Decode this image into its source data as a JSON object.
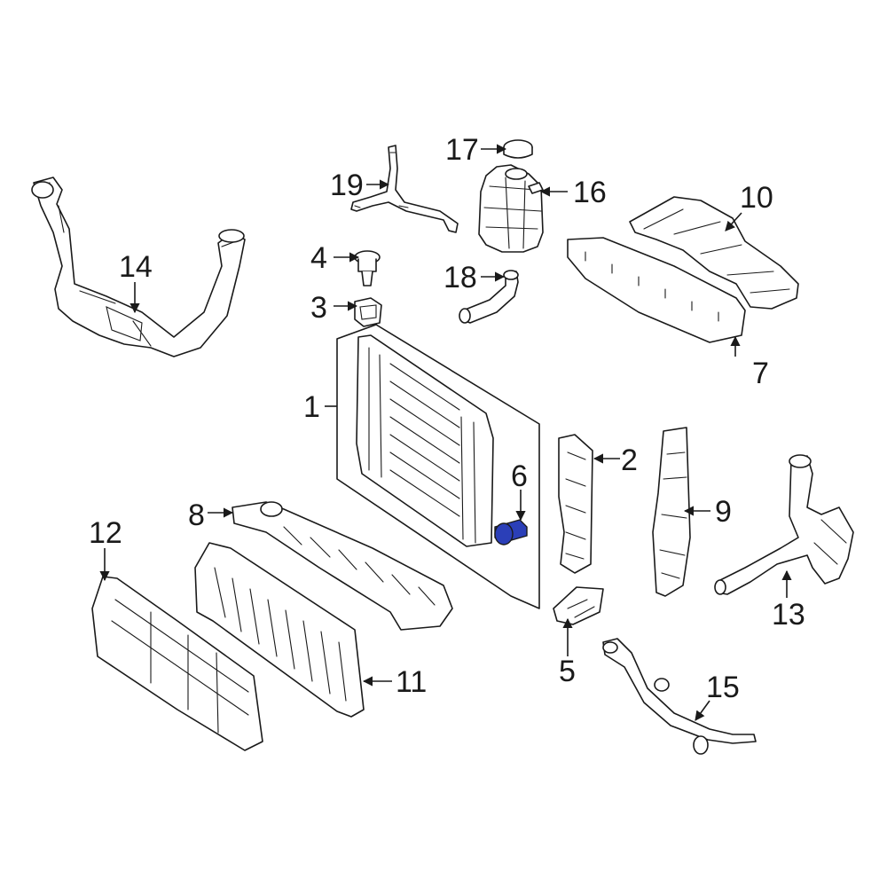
{
  "diagram": {
    "highlight_color": "#2b3fb8",
    "line_color": "#1a1a1a",
    "background": "#ffffff",
    "callouts": [
      "1",
      "2",
      "3",
      "4",
      "5",
      "6",
      "7",
      "8",
      "9",
      "10",
      "11",
      "12",
      "13",
      "14",
      "15",
      "16",
      "17",
      "18",
      "19"
    ],
    "highlighted_part": "6"
  }
}
